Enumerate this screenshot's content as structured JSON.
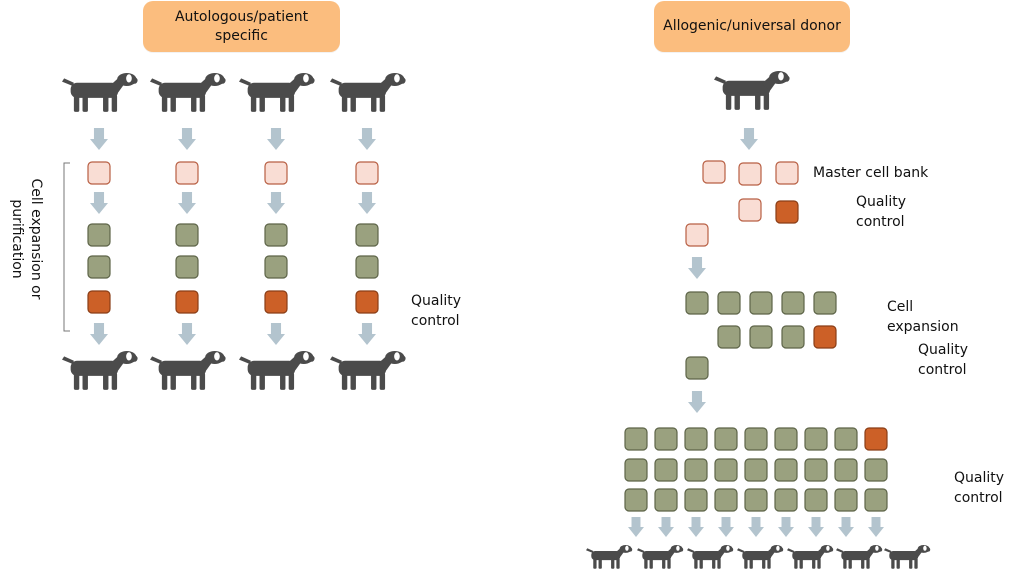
{
  "left_panel": {
    "header": {
      "line1": "Autologous/patient",
      "line2": "specific"
    },
    "side_label": {
      "line1": "Cell expansion or",
      "line2": "purification"
    },
    "qc_label": {
      "line1": "Quality",
      "line2": "control"
    }
  },
  "right_panel": {
    "header": "Allogenic/universal donor",
    "master_cell_bank_label": "Master cell bank",
    "qc1_label": {
      "line1": "Quality",
      "line2": "control"
    },
    "expansion_label": {
      "line1": "Cell",
      "line2": "expansion"
    },
    "qc2_label": {
      "line1": "Quality",
      "line2": "control"
    },
    "qc3_label": {
      "line1": "Quality",
      "line2": "control"
    }
  },
  "colors": {
    "header_fill": "#fbbd7e",
    "dog": "#4b4b4b",
    "arrow": "#b3c4ce",
    "cell_pink_fill": "#f9ddd4",
    "cell_pink_stroke": "#b85f43",
    "cell_green_fill": "#9aa17f",
    "cell_green_stroke": "#5d6448",
    "cell_orange_fill": "#cc6027",
    "cell_orange_stroke": "#8a3e17"
  }
}
